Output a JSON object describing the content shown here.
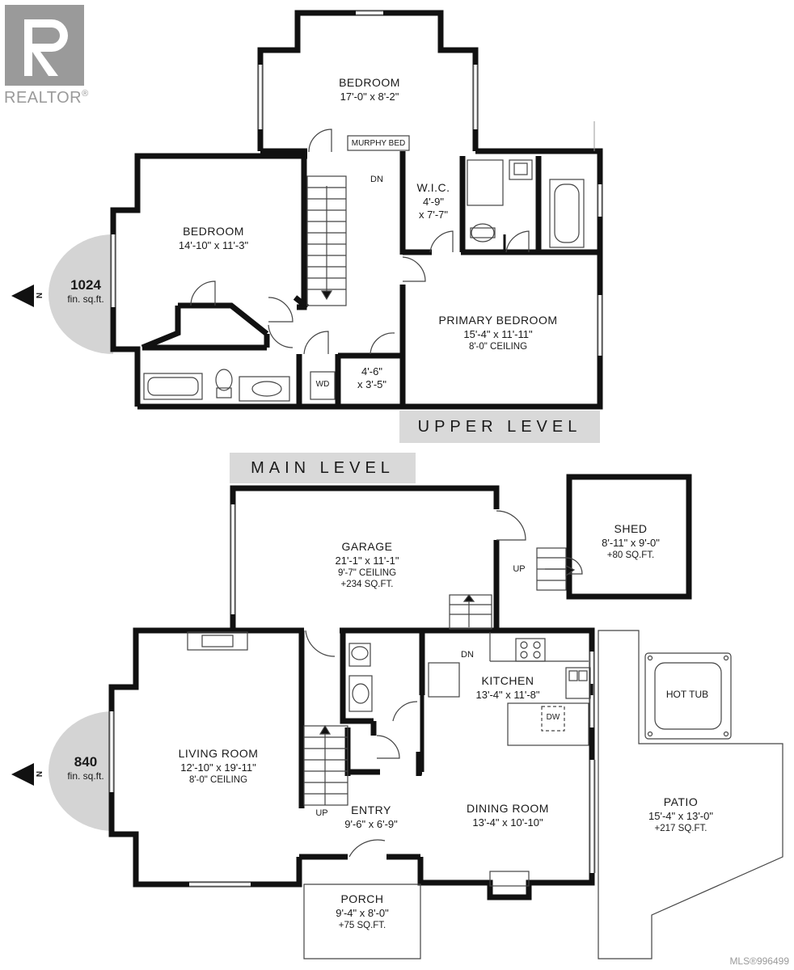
{
  "branding": {
    "logo_text": "REALTOR",
    "logo_mark": "®",
    "mls": "MLS®996499"
  },
  "upper_level": {
    "title": "UPPER LEVEL",
    "sqft": {
      "value": "1024",
      "unit": "fin. sq.ft."
    },
    "north": "N",
    "rooms": {
      "bedroom_top": {
        "name": "BEDROOM",
        "dim": "17'-0\" x 8'-2\""
      },
      "murphy_bed": "MURPHY BED",
      "bedroom_left": {
        "name": "BEDROOM",
        "dim": "14'-10\" x 11'-3\""
      },
      "wic": {
        "name": "W.I.C.",
        "dim1": "4'-9\"",
        "dim2": "x 7'-7\""
      },
      "primary": {
        "name": "PRIMARY BEDROOM",
        "dim": "15'-4\" x 11'-11\"",
        "note": "8'-0\" CEILING"
      },
      "closet": {
        "dim1": "4'-6\"",
        "dim2": "x 3'-5\""
      },
      "dn": "DN",
      "wd": "WD"
    }
  },
  "main_level": {
    "title": "MAIN LEVEL",
    "sqft": {
      "value": "840",
      "unit": "fin. sq.ft."
    },
    "north": "N",
    "rooms": {
      "garage": {
        "name": "GARAGE",
        "dim": "21'-1\" x 11'-1\"",
        "note1": "9'-7\" CEILING",
        "note2": "+234 SQ.FT."
      },
      "shed": {
        "name": "SHED",
        "dim": "8'-11\" x 9'-0\"",
        "note": "+80 SQ.FT."
      },
      "kitchen": {
        "name": "KITCHEN",
        "dim": "13'-4\" x 11'-8\""
      },
      "dw": "DW",
      "hot_tub": "HOT TUB",
      "living": {
        "name": "LIVING ROOM",
        "dim": "12'-10\" x 19'-11\"",
        "note": "8'-0\" CEILING"
      },
      "entry": {
        "name": "ENTRY",
        "dim": "9'-6\" x 6'-9\""
      },
      "dining": {
        "name": "DINING ROOM",
        "dim": "13'-4\" x 10'-10\""
      },
      "patio": {
        "name": "PATIO",
        "dim": "15'-4\" x 13'-0\"",
        "note": "+217 SQ.FT."
      },
      "porch": {
        "name": "PORCH",
        "dim": "9'-4\" x 8'-0\"",
        "note": "+75 SQ.FT."
      },
      "up_stairs": "UP",
      "up_shed": "UP",
      "dn": "DN"
    }
  },
  "colors": {
    "wall": "#111111",
    "band": "#d9d9d9",
    "sqft_circle": "#d4d4d4",
    "logo": "#9a9a9a"
  }
}
